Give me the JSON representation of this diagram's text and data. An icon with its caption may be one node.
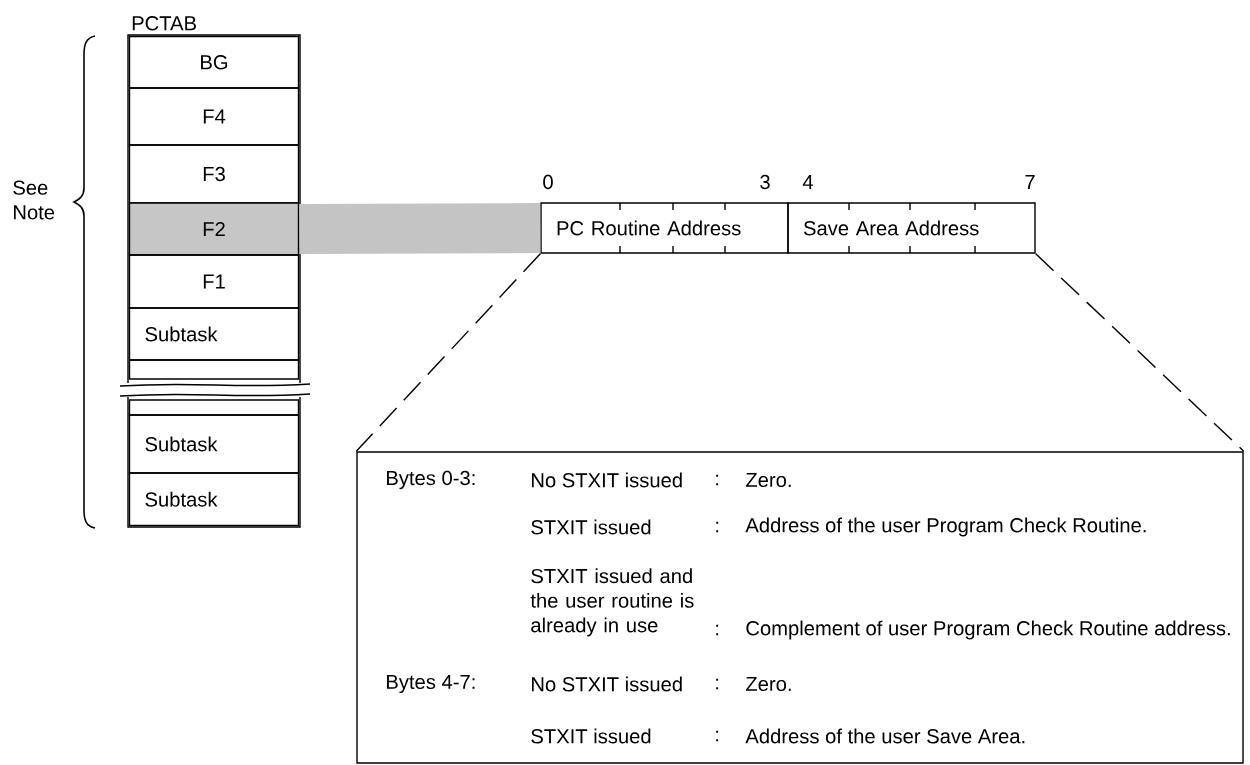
{
  "diagram": {
    "nodes": [
      {
        "text": [
          "PCTAB"
        ]
      },
      {
        "text": [
          "BG"
        ],
        "in": 0
      },
      {
        "text": [
          "F4"
        ],
        "in": 0
      },
      {
        "text": [
          "F3"
        ],
        "in": 0
      },
      {
        "text": [
          "F2"
        ],
        "in": 0
      },
      {
        "text": [
          "F1"
        ],
        "in": 0
      },
      {
        "text": [
          "Subtask"
        ],
        "in": 0
      },
      {
        "text": [],
        "shape": "box",
        "in": 0
      },
      {
        "text": [],
        "shape": "box",
        "in": 0
      },
      {
        "text": [
          "Subtask"
        ],
        "in": 0
      },
      {
        "text": [
          "Subtask"
        ],
        "in": 0
      },
      {
        "text": [
          "PC Routine Address"
        ],
        "beside": [
          "0",
          "3"
        ]
      },
      {
        "text": [
          "Save Area Address"
        ],
        "beside": [
          "4",
          "7"
        ]
      },
      {
        "text": [
          "Bytes 0-3:",
          "No STXIT issued",
          ":",
          "Zero.",
          "STXIT issued",
          ":",
          "Address of the user Program Check Routine.",
          "STXIT issued and the user routine is already in use",
          ":",
          "Complement of user Program Check Routine address.",
          "Bytes 4-7:",
          "No STXIT issued",
          ":",
          "Zero.",
          "STXIT issued",
          ":",
          "Address of the user Save Area."
        ]
      }
    ],
    "edges": [
      {
        "from": 4,
        "to": 11,
        "arrow": "none",
        "style": "thick",
        "color": "#c4c4c4"
      },
      {
        "from": 11,
        "to": 13,
        "arrow": "none",
        "style": "dashed"
      },
      {
        "from": 12,
        "to": 13,
        "arrow": "none",
        "style": "dashed"
      }
    ],
    "labels": [
      "See Note"
    ]
  }
}
